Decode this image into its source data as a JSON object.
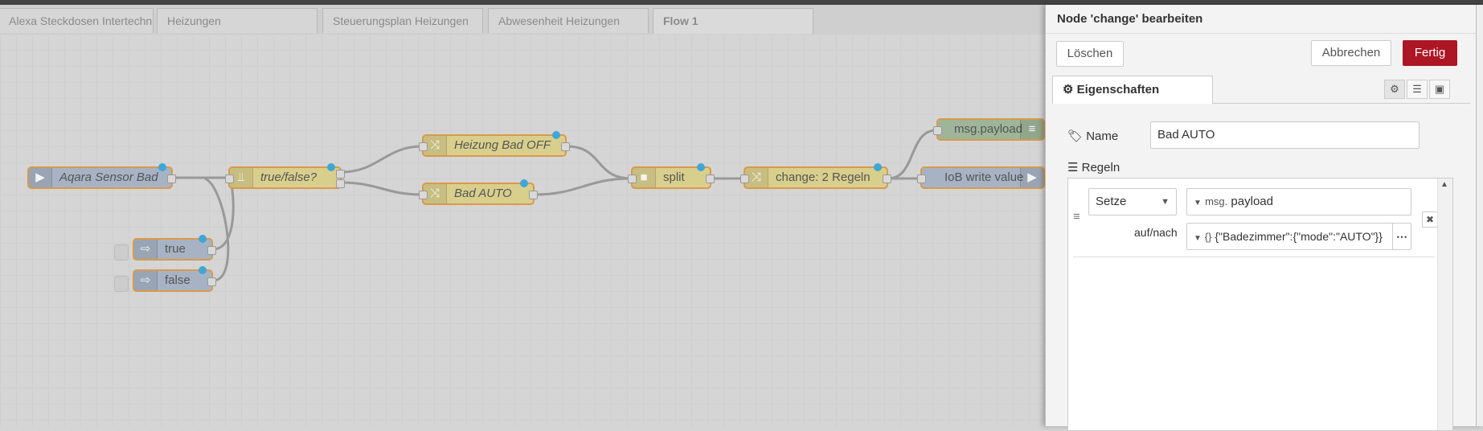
{
  "tabs": [
    {
      "label": "Alexa Steckdosen Intertechno"
    },
    {
      "label": "Heizungen"
    },
    {
      "label": "Steuerungsplan Heizungen"
    },
    {
      "label": "Abwesenheit Heizungen"
    },
    {
      "label": "Flow 1"
    }
  ],
  "nodes": {
    "aqara": "Aqara Sensor Bad",
    "truefalse": "true/false?",
    "heizung_off": "Heizung Bad OFF",
    "bad_auto": "Bad AUTO",
    "split": "split",
    "change2": "change: 2 Regeln",
    "msg_payload": "msg.payload",
    "iob_write": "IoB write value",
    "true": "true",
    "false": "false"
  },
  "panel": {
    "title": "Node 'change' bearbeiten",
    "delete_label": "Löschen",
    "cancel_label": "Abbrechen",
    "done_label": "Fertig",
    "tab_properties": "Eigenschaften",
    "name_label": "Name",
    "name_value": "Bad AUTO",
    "rules_label": "Regeln",
    "rule_action": "Setze",
    "rule_target_prefix": "msg.",
    "rule_target_value": "payload",
    "to_label": "auf/nach",
    "rule_value_type": "{}",
    "rule_value": "{\"Badezimmer\":{\"mode\":\"AUTO\"}}"
  },
  "colors": {
    "done_button": "#ad1625",
    "status_dot": "#3fa6d8",
    "node_border": "#d99a4a"
  }
}
